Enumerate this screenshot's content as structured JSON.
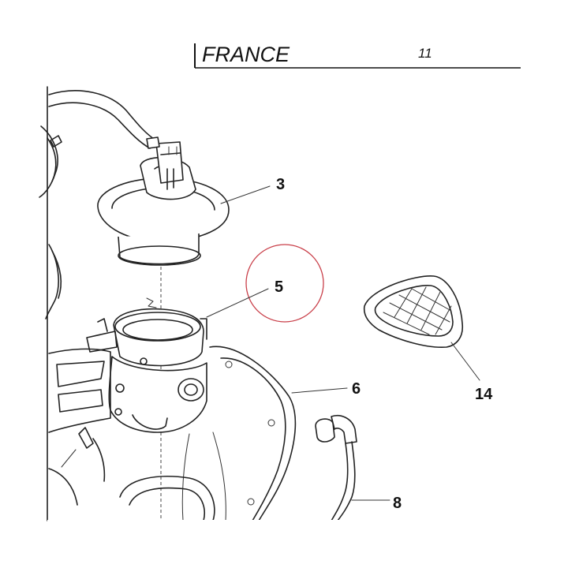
{
  "header": {
    "region": "FRANCE",
    "page_number": "11"
  },
  "callouts": [
    {
      "id": "3",
      "label": "3"
    },
    {
      "id": "5",
      "label": "5"
    },
    {
      "id": "6",
      "label": "6"
    },
    {
      "id": "8",
      "label": "8"
    },
    {
      "id": "14",
      "label": "14"
    }
  ],
  "colors": {
    "line": "#222222",
    "highlight_circle": "#c9404a",
    "background": "#ffffff"
  }
}
